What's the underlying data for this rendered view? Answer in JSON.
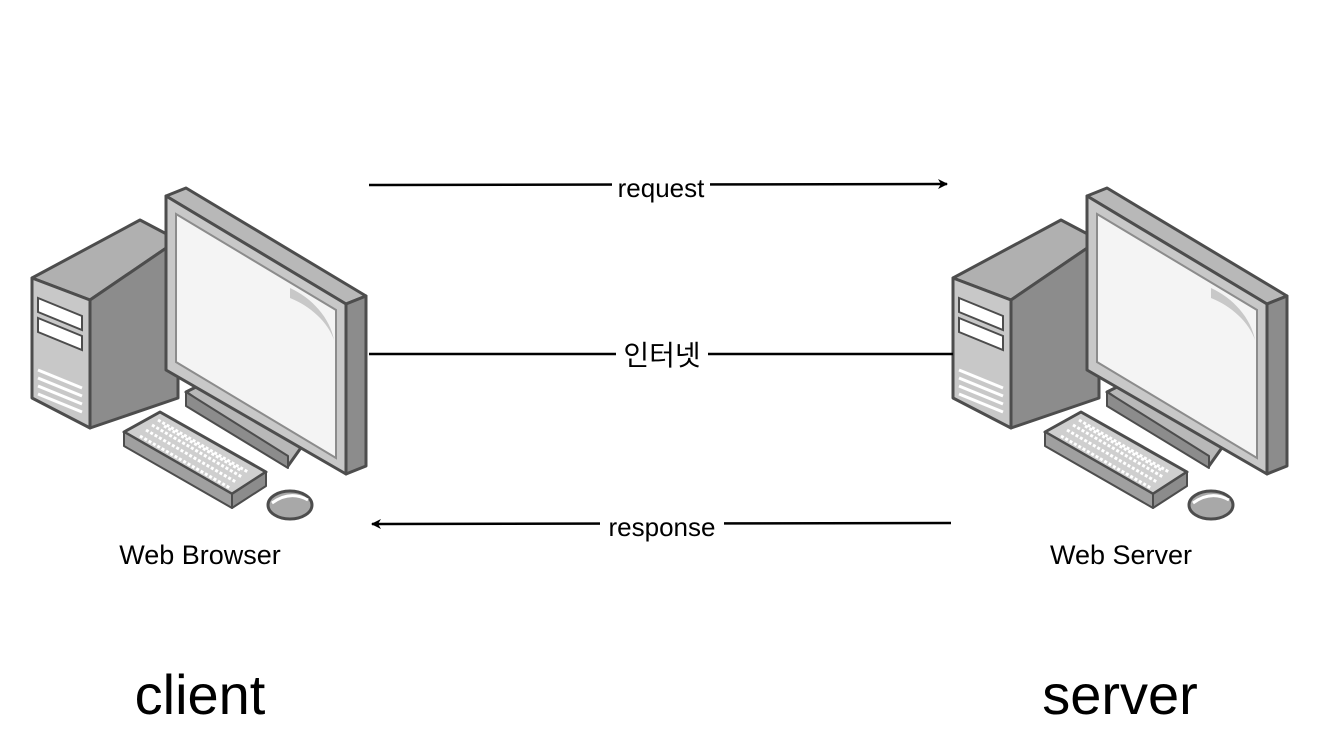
{
  "nodes": {
    "client": {
      "device_label": "Web Browser",
      "role_label": "client",
      "icon": "desktop-computer-icon"
    },
    "server": {
      "device_label": "Web Server",
      "role_label": "server",
      "icon": "desktop-computer-icon"
    }
  },
  "edges": {
    "request": {
      "label": "request",
      "direction": "client-to-server"
    },
    "internet": {
      "label": "인터넷",
      "direction": "none"
    },
    "response": {
      "label": "response",
      "direction": "server-to-client"
    }
  },
  "colors": {
    "line": "#000000",
    "case_light": "#c8c8c8",
    "case_mid": "#a8a8a8",
    "case_dark": "#8c8c8c",
    "outline": "#4d4d4d",
    "screen": "#f4f4f4"
  }
}
